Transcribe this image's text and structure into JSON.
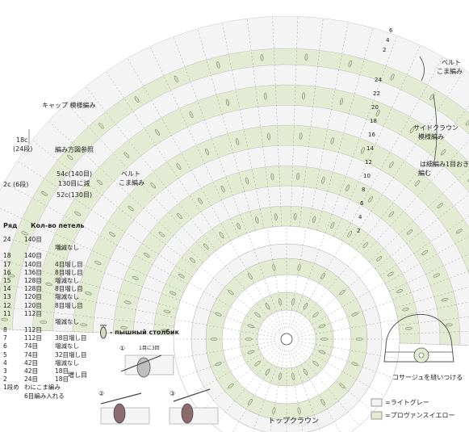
{
  "colors": {
    "light_gray": "#f4f4f4",
    "provence_yellow": "#e3ecd2",
    "stitch": "#444444",
    "accent_green": "#cfe0b8"
  },
  "labels": {
    "cap": "キャップ 模様編み",
    "cap_18c": "18c",
    "cap_24": "(24段)",
    "direction": "編み方図参照",
    "c54": "54c(140目)",
    "c130": "130目に減",
    "c2": "2c (6段)",
    "c52": "52c(130目)",
    "belt_left_1": "ベルト",
    "belt_left_2": "こま編み",
    "belt_right_1": "ベルト",
    "belt_right_2": "こま編み",
    "side_crown_1": "サイドクラウン",
    "side_crown_2": "模様編み",
    "note_1": "は細編み1目おきに",
    "note_2": "編む",
    "top_crown": "トップクラウン",
    "corsage": "コサージュを縫いつける",
    "legend_light": "=ライトグレー",
    "legend_yellow": "=プロヴァンスイエロー",
    "puff_legend": "- пышный столбик",
    "step1": "①",
    "step2": "②",
    "step3": "③",
    "step1_note": "1目に3回"
  },
  "table": {
    "header_row": "Ряд",
    "header_count": "Кол-во петель",
    "rows": [
      {
        "row": "24",
        "count": "140目",
        "note": ""
      },
      {
        "row": "",
        "count": "",
        "note": "増減なし"
      },
      {
        "row": "18",
        "count": "140目",
        "note": ""
      },
      {
        "row": "17",
        "count": "140目",
        "note": "4目増し目"
      },
      {
        "row": "16",
        "count": "136目",
        "note": "8目増し目"
      },
      {
        "row": "15",
        "count": "128目",
        "note": "増減なし"
      },
      {
        "row": "14",
        "count": "128目",
        "note": "8目増し目"
      },
      {
        "row": "13",
        "count": "120目",
        "note": "増減なし"
      },
      {
        "row": "12",
        "count": "120目",
        "note": "8目増し目"
      },
      {
        "row": "11",
        "count": "112目",
        "note": ""
      },
      {
        "row": "",
        "count": "",
        "note": "増減なし"
      },
      {
        "row": "8",
        "count": "112目",
        "note": ""
      },
      {
        "row": "7",
        "count": "112目",
        "note": "38目増し目"
      },
      {
        "row": "6",
        "count": "74目",
        "note": "増減なし"
      },
      {
        "row": "5",
        "count": "74目",
        "note": "32目増し目"
      },
      {
        "row": "4",
        "count": "42目",
        "note": "増減なし"
      },
      {
        "row": "3",
        "count": "42目",
        "note": "18目"
      },
      {
        "row": "2",
        "count": "24目",
        "note": "18目"
      },
      {
        "row": "1段め",
        "count": "わにこま編み",
        "note": ""
      },
      {
        "row": "",
        "count": "6目編み入れる",
        "note": ""
      }
    ],
    "side_note": "増し目"
  },
  "row_numbers_right": [
    "24",
    "22",
    "20",
    "18",
    "16",
    "14",
    "12",
    "10",
    "8",
    "6",
    "4",
    "2"
  ],
  "row_numbers_top": [
    "6",
    "4",
    "2"
  ]
}
